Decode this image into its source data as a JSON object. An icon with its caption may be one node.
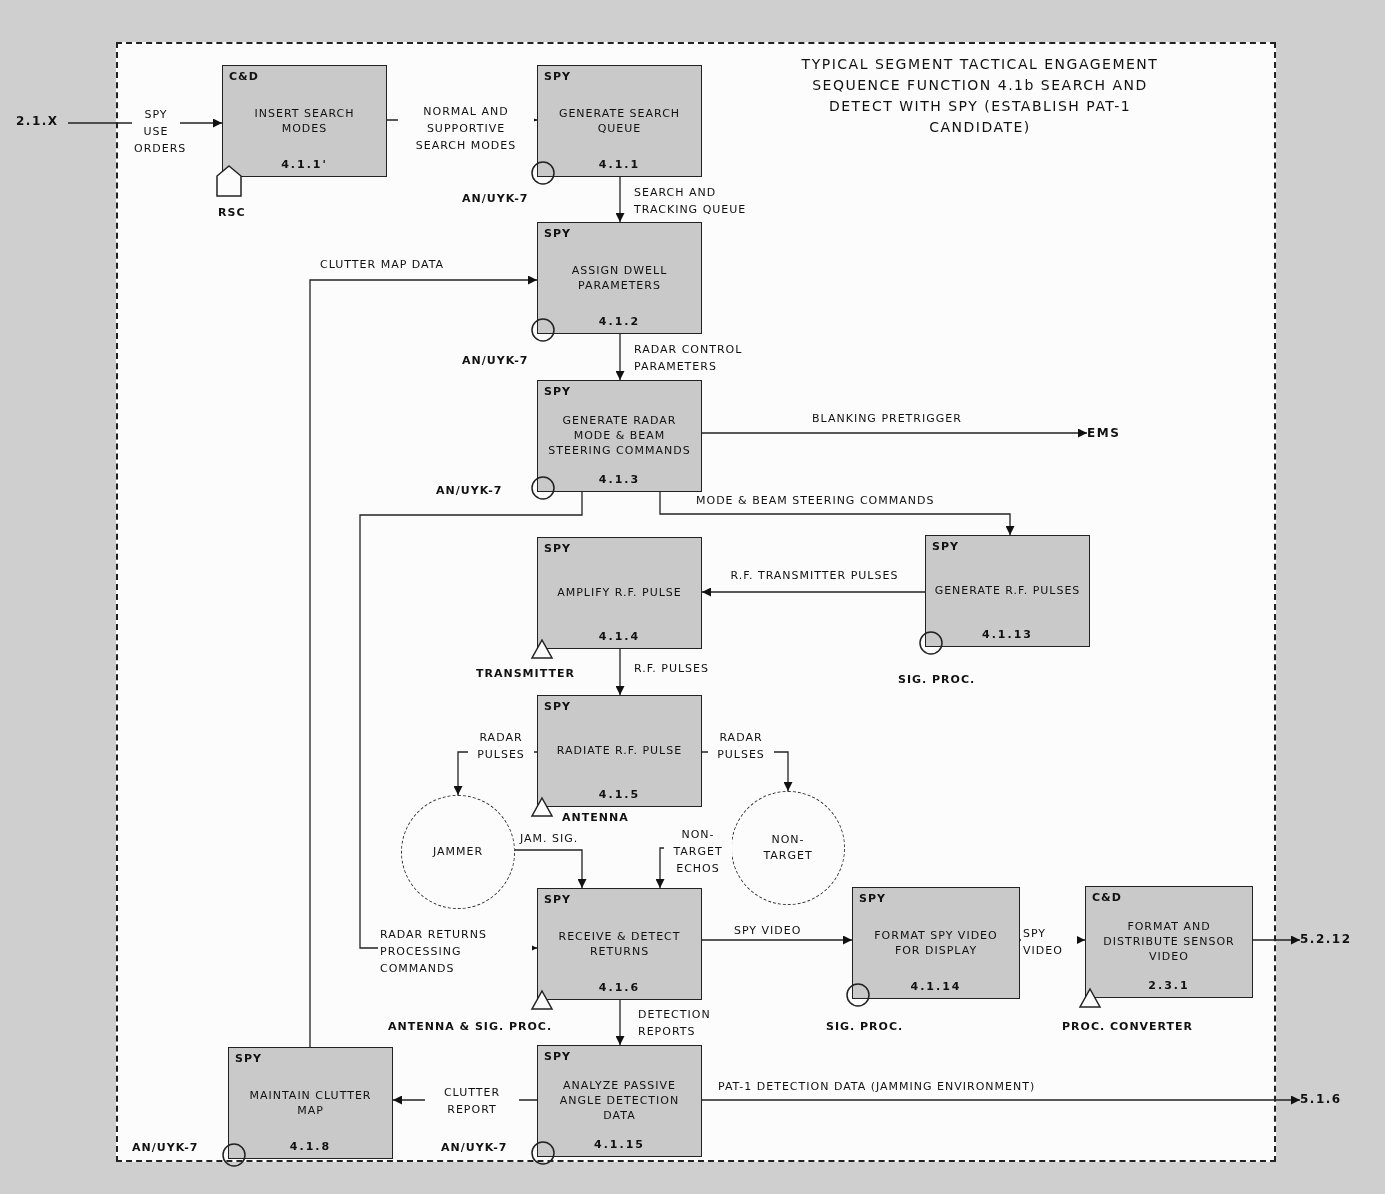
{
  "diagram": {
    "title": "TYPICAL SEGMENT TACTICAL ENGAGEMENT SEQUENCE FUNCTION 4.1b SEARCH AND DETECT WITH SPY (ESTABLISH PAT-1 CANDIDATE)",
    "nodes": [
      {
        "text": [
          "2.1.X"
        ]
      },
      {
        "text": [
          "C&D",
          "INSERT SEARCH MODES",
          "4.1.1'"
        ],
        "beside": [
          "RSC"
        ]
      },
      {
        "text": [
          "SPY",
          "GENERATE SEARCH QUEUE",
          "4.1.1"
        ],
        "beside": [
          "AN/UYK-7"
        ]
      },
      {
        "text": [
          "SPY",
          "ASSIGN DWELL PARAMETERS",
          "4.1.2"
        ],
        "beside": [
          "AN/UYK-7"
        ]
      },
      {
        "text": [
          "SPY",
          "GENERATE RADAR MODE & BEAM STEERING COMMANDS",
          "4.1.3"
        ],
        "beside": [
          "AN/UYK-7"
        ]
      },
      {
        "text": [
          "EMS"
        ]
      },
      {
        "text": [
          "SPY",
          "AMPLIFY R.F. PULSE",
          "4.1.4"
        ],
        "beside": [
          "TRANSMITTER"
        ]
      },
      {
        "text": [
          "SPY",
          "GENERATE R.F. PULSES",
          "4.1.13"
        ],
        "beside": [
          "SIG. PROC."
        ]
      },
      {
        "text": [
          "SPY",
          "RADIATE R.F. PULSE",
          "4.1.5"
        ],
        "beside": [
          "ANTENNA"
        ]
      },
      {
        "text": [
          "JAMMER"
        ]
      },
      {
        "text": [
          "NON- TARGET"
        ]
      },
      {
        "text": [
          "SPY",
          "RECEIVE & DETECT RETURNS",
          "4.1.6"
        ],
        "beside": [
          "ANTENNA & SIG. PROC."
        ]
      },
      {
        "text": [
          "SPY",
          "FORMAT SPY VIDEO FOR DISPLAY",
          "4.1.14"
        ],
        "beside": [
          "SIG. PROC."
        ]
      },
      {
        "text": [
          "C&D",
          "FORMAT AND DISTRIBUTE SENSOR VIDEO",
          "2.3.1"
        ],
        "beside": [
          "PROC. CONVERTER"
        ]
      },
      {
        "text": [
          "5.2.12"
        ]
      },
      {
        "text": [
          "SPY",
          "MAINTAIN CLUTTER MAP",
          "4.1.8"
        ],
        "beside": [
          "AN/UYK-7"
        ]
      },
      {
        "text": [
          "SPY",
          "ANALYZE PASSIVE ANGLE DETECTION DATA",
          "4.1.15"
        ],
        "beside": [
          "AN/UYK-7"
        ]
      },
      {
        "text": [
          "5.1.6"
        ]
      }
    ],
    "edges": [
      {
        "from": 0,
        "to": 1,
        "arrow": "to",
        "label": "SPY USE ORDERS"
      },
      {
        "from": 1,
        "to": 2,
        "arrow": "to",
        "label": "NORMAL AND SUPPORTIVE SEARCH MODES"
      },
      {
        "from": 2,
        "to": 3,
        "arrow": "to",
        "label": "SEARCH AND TRACKING QUEUE"
      },
      {
        "from": 15,
        "to": 3,
        "arrow": "to",
        "label": "CLUTTER MAP DATA"
      },
      {
        "from": 3,
        "to": 4,
        "arrow": "to",
        "label": "RADAR CONTROL PARAMETERS"
      },
      {
        "from": 4,
        "to": 5,
        "arrow": "to",
        "label": "BLANKING PRETRIGGER"
      },
      {
        "from": 4,
        "to": 7,
        "arrow": "to",
        "label": "MODE & BEAM STEERING COMMANDS"
      },
      {
        "from": 4,
        "to": 11,
        "arrow": "to",
        "label": "RADAR RETURNS PROCESSING COMMANDS"
      },
      {
        "from": 7,
        "to": 6,
        "arrow": "to",
        "label": "R.F. TRANSMITTER PULSES"
      },
      {
        "from": 6,
        "to": 8,
        "arrow": "to",
        "label": "R.F. PULSES"
      },
      {
        "from": 8,
        "to": 9,
        "arrow": "to",
        "label": "RADAR PULSES"
      },
      {
        "from": 8,
        "to": 10,
        "arrow": "to",
        "label": "RADAR PULSES"
      },
      {
        "from": 9,
        "to": 11,
        "arrow": "to",
        "label": "JAM. SIG."
      },
      {
        "from": 10,
        "to": 11,
        "arrow": "to",
        "label": "NON- TARGET ECHOS"
      },
      {
        "from": 11,
        "to": 12,
        "arrow": "to",
        "label": "SPY VIDEO"
      },
      {
        "from": 12,
        "to": 13,
        "arrow": "to",
        "label": "SPY VIDEO"
      },
      {
        "from": 13,
        "to": 14,
        "arrow": "to"
      },
      {
        "from": 11,
        "to": 16,
        "arrow": "to",
        "label": "DETECTION REPORTS"
      },
      {
        "from": 16,
        "to": 15,
        "arrow": "to",
        "label": "CLUTTER REPORT"
      },
      {
        "from": 16,
        "to": 17,
        "arrow": "to",
        "label": "PAT-1 DETECTION DATA (JAMMING ENVIRONMENT)"
      }
    ]
  }
}
